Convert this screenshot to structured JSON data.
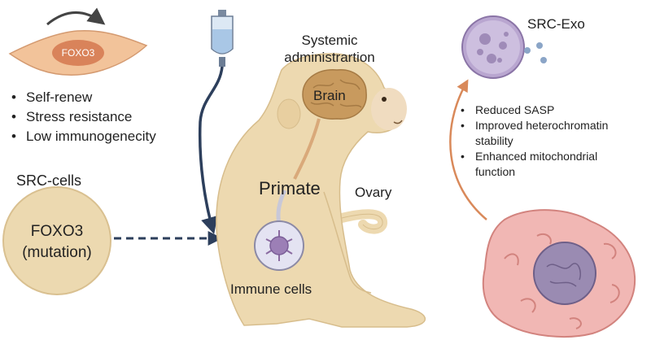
{
  "left": {
    "cell_label": "FOXO3",
    "properties": [
      "Self-renew",
      "Stress resistance",
      "Low immunogenecity"
    ],
    "src_cells_title": "SRC-cells",
    "circle_line1": "FOXO3",
    "circle_line2": "(mutation)"
  },
  "center": {
    "administration_line1": "Systemic",
    "administration_line2": "administrartion",
    "brain": "Brain",
    "primate": "Primate",
    "ovary": "Ovary",
    "immune": "Immune cells"
  },
  "right": {
    "exo_title": "SRC-Exo",
    "effects": [
      [
        "Reduced SASP"
      ],
      [
        "Improved heterochromatin",
        "stability"
      ],
      [
        "Enhanced mitochondrial",
        "function"
      ]
    ]
  },
  "colors": {
    "cell_fill": "#f2c39a",
    "nucleus": "#d9835a",
    "monkey": "#edd9b0",
    "brain": "#c89a5e",
    "tube": "#2d3f5c",
    "exo": "#b9a6d0",
    "arrow_orange": "#d9895a",
    "somatic_cell": "#f1b7b4"
  }
}
